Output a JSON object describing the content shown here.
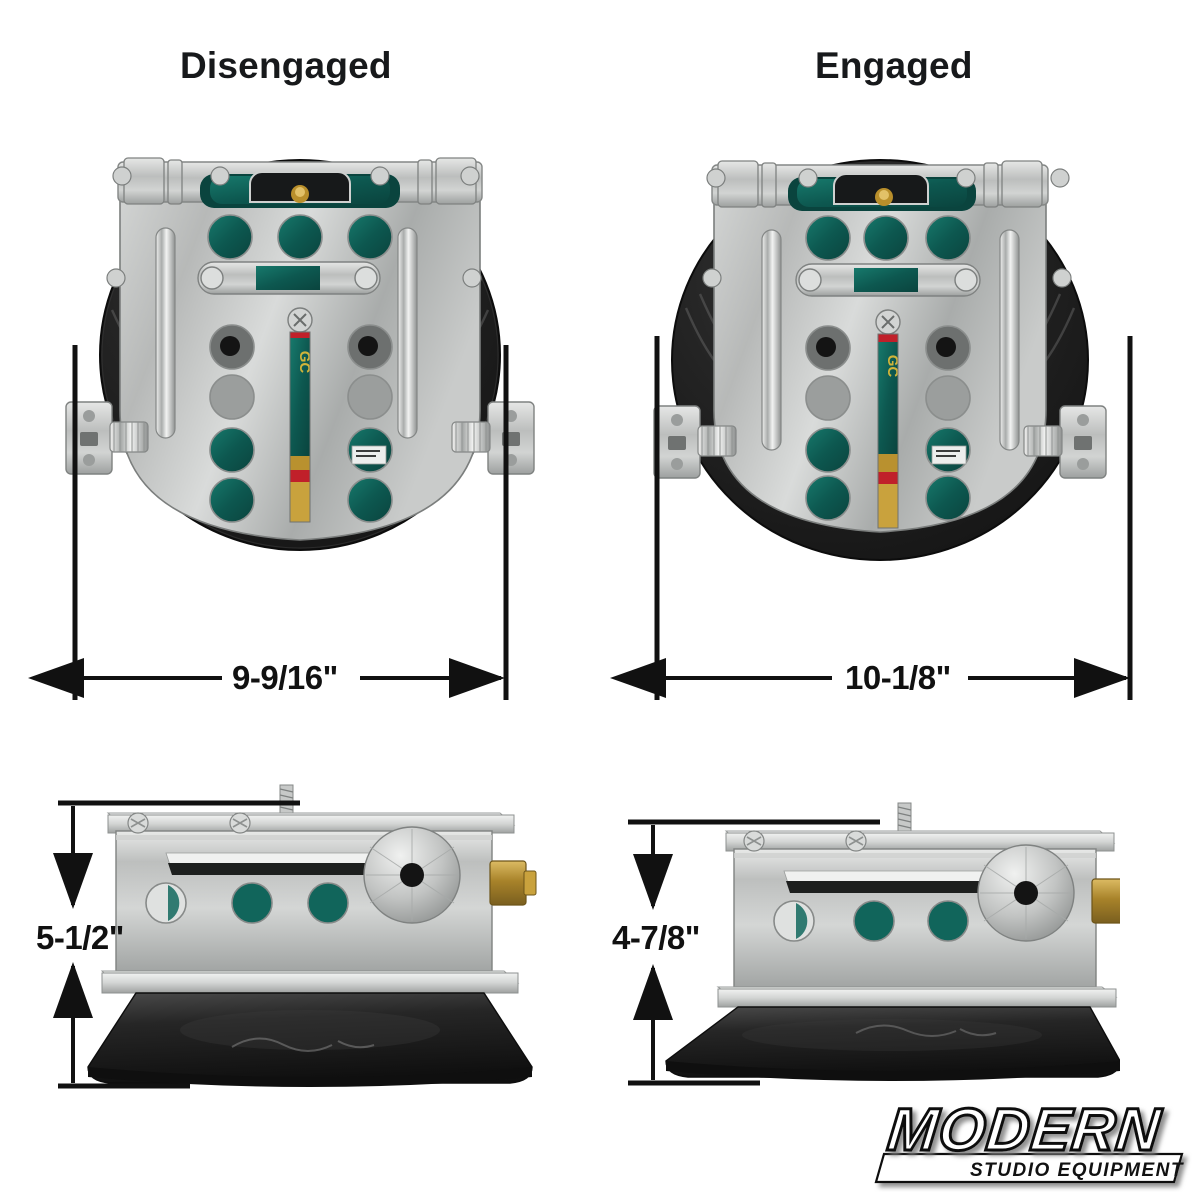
{
  "page": {
    "background": "#ffffff",
    "ink": "#111111"
  },
  "panels": {
    "left": {
      "title": "Disengaged",
      "width_dimension": "9-9/16\"",
      "height_dimension": "5-1/2\""
    },
    "right": {
      "title": "Engaged",
      "width_dimension": "10-1/8\"",
      "height_dimension": "4-7/8\""
    }
  },
  "logo": {
    "primary": "MODERN",
    "secondary": "STUDIO  EQUIPMENT"
  },
  "product": {
    "colors": {
      "aluminum_light": "#e2e3e2",
      "aluminum_mid": "#b9bbba",
      "aluminum_dark": "#8c8f8e",
      "aluminum_shadow": "#6e7170",
      "rubber_black": "#1d1d1d",
      "rubber_highlight": "#4a4a4a",
      "teal_body": "#0f5b52",
      "teal_light": "#1d7c6d",
      "brass": "#b9912f",
      "indicator_red": "#c0202a",
      "indicator_yellow": "#d4b43c",
      "outline": "#2a2a2a"
    }
  }
}
